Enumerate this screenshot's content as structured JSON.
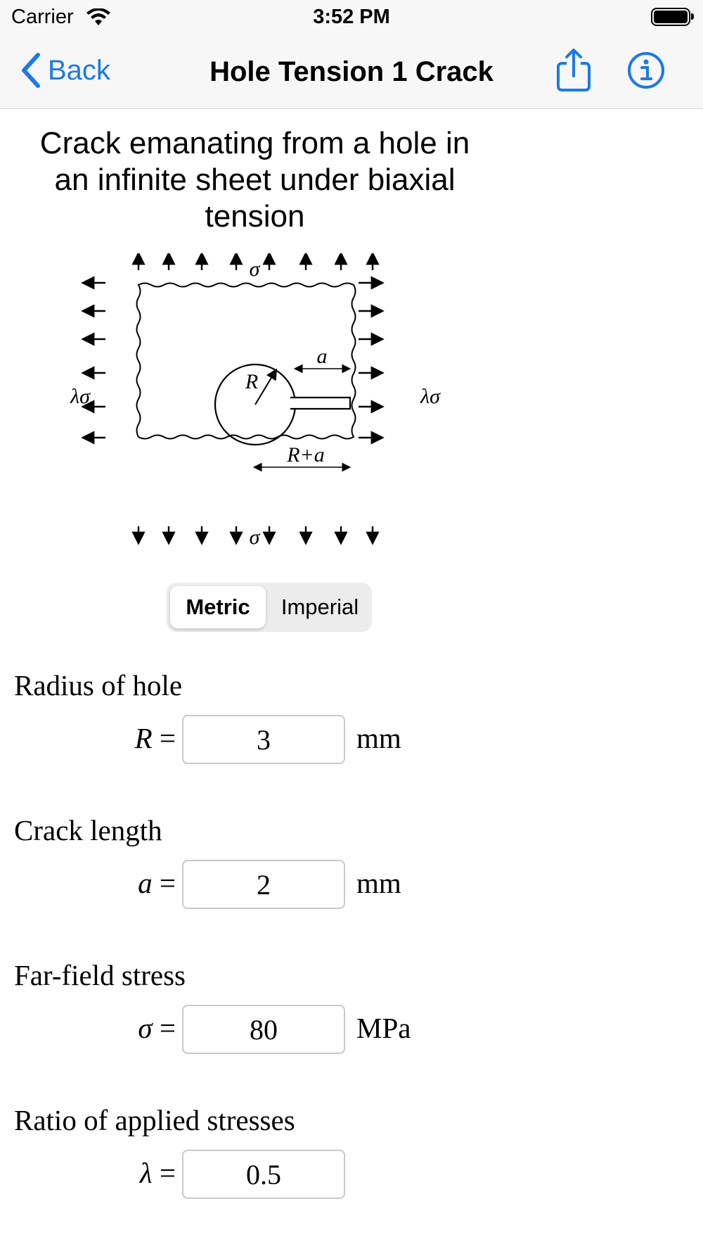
{
  "status_bar": {
    "carrier": "Carrier",
    "time": "3:52 PM"
  },
  "nav": {
    "back_label": "Back",
    "title": "Hole Tension 1 Crack"
  },
  "heading": "Crack emanating from a hole in an infinite sheet under biaxial tension",
  "diagram": {
    "top_load": "σ",
    "bottom_load": "σ",
    "left_load": "λσ",
    "right_load": "λσ",
    "radius_label": "R",
    "crack_label": "a",
    "total_label": "R+a"
  },
  "units_toggle": {
    "options": [
      "Metric",
      "Imperial"
    ],
    "selected": "Metric"
  },
  "fields": [
    {
      "label": "Radius of hole",
      "symbol": "R",
      "value": "3",
      "unit": "mm"
    },
    {
      "label": "Crack length",
      "symbol": "a",
      "value": "2",
      "unit": "mm"
    },
    {
      "label": "Far-field stress",
      "symbol": "σ",
      "value": "80",
      "unit": "MPa"
    },
    {
      "label": "Ratio of applied stresses",
      "symbol": "λ",
      "value": "0.5",
      "unit": ""
    }
  ],
  "colors": {
    "accent": "#1a7ae6",
    "bar_bg": "#f7f7f7"
  },
  "icons": [
    "wifi-icon",
    "battery-icon",
    "back-chevron-icon",
    "share-icon",
    "info-icon"
  ]
}
